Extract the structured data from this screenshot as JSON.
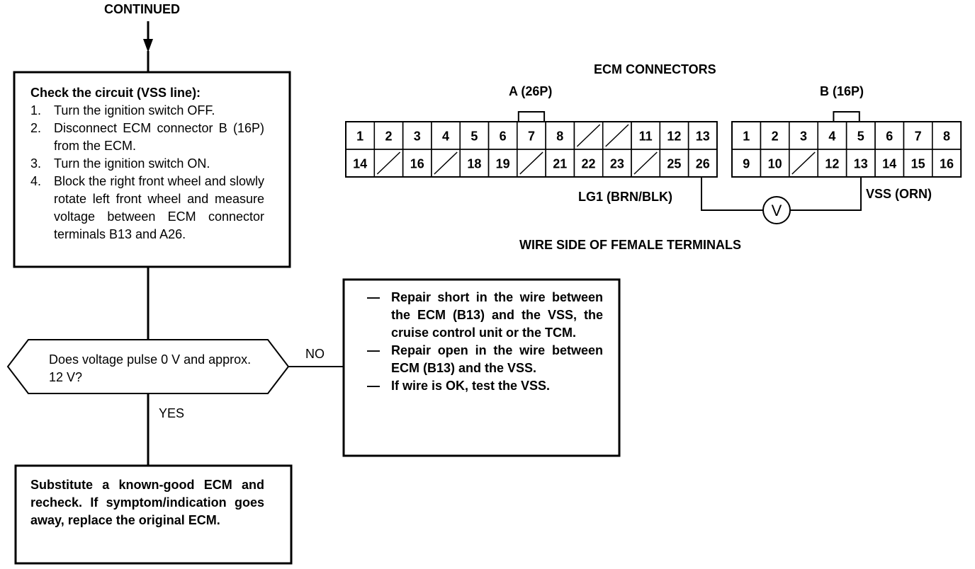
{
  "continued": "CONTINUED",
  "check_box": {
    "title": "Check the circuit (VSS line):",
    "steps": [
      {
        "num": "1.",
        "text": "Turn the ignition switch OFF."
      },
      {
        "num": "2.",
        "text": "Disconnect ECM connector B (16P) from the ECM."
      },
      {
        "num": "3.",
        "text": "Turn the ignition switch ON."
      },
      {
        "num": "4.",
        "text": "Block the right front wheel and slowly rotate left front wheel and measure voltage between ECM connector terminals B13 and A26."
      }
    ]
  },
  "decision": {
    "text": "Does voltage pulse 0 V and approx. 12 V?",
    "no_label": "NO",
    "yes_label": "YES"
  },
  "repair_box": {
    "items": [
      {
        "dash": "—",
        "text": "Repair short in the wire between the ECM (B13) and the VSS, the cruise control unit or the TCM."
      },
      {
        "dash": "—",
        "text": "Repair open in the wire between ECM (B13) and the VSS."
      },
      {
        "dash": "—",
        "text": "If wire is OK, test the VSS."
      }
    ]
  },
  "substitute_box": {
    "text": "Substitute a known-good ECM and recheck. If symptom/indication goes away, replace the original ECM."
  },
  "connectors": {
    "title": "ECM CONNECTORS",
    "footer": "WIRE SIDE OF FEMALE TERMINALS",
    "a": {
      "label": "A (26P)",
      "row1": [
        "1",
        "2",
        "3",
        "4",
        "5",
        "6",
        "7",
        "8",
        "",
        "",
        "11",
        "12",
        "13"
      ],
      "row2": [
        "14",
        "",
        "16",
        "",
        "18",
        "19",
        "",
        "21",
        "22",
        "23",
        "",
        "25",
        "26"
      ]
    },
    "b": {
      "label": "B (16P)",
      "row1": [
        "1",
        "2",
        "3",
        "4",
        "5",
        "6",
        "7",
        "8"
      ],
      "row2": [
        "9",
        "10",
        "",
        "12",
        "13",
        "14",
        "15",
        "16"
      ]
    },
    "lg1_label": "LG1 (BRN/BLK)",
    "vss_label": "VSS (ORN)",
    "meter_symbol": "V"
  }
}
